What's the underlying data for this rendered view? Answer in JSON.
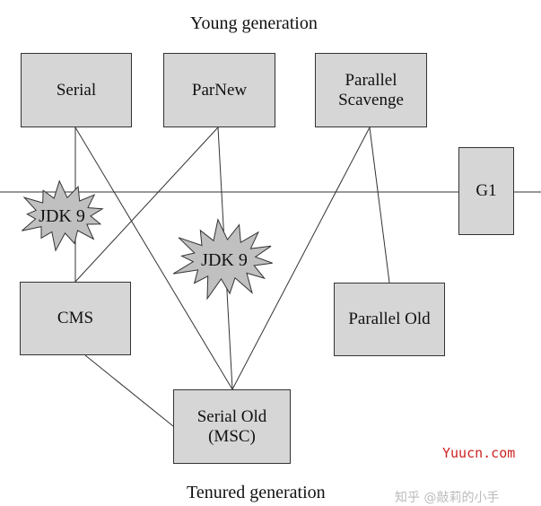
{
  "labels": {
    "top": "Young generation",
    "bottom": "Tenured generation"
  },
  "collectors": {
    "serial": "Serial",
    "parnew": "ParNew",
    "parallel_scavenge_line1": "Parallel",
    "parallel_scavenge_line2": "Scavenge",
    "g1": "G1",
    "cms": "CMS",
    "parallel_old": "Parallel Old",
    "serial_old_line1": "Serial Old",
    "serial_old_line2": "(MSC)"
  },
  "badges": {
    "jdk9_left": "JDK 9",
    "jdk9_center": "JDK 9"
  },
  "watermark": {
    "site": "Yuucn.com",
    "zh": "知乎 @敲莉的小手"
  },
  "colors": {
    "box_fill": "#d6d6d6",
    "star_fill": "#c0c0c0",
    "line": "#333333",
    "watermark_red": "#cc2222"
  }
}
